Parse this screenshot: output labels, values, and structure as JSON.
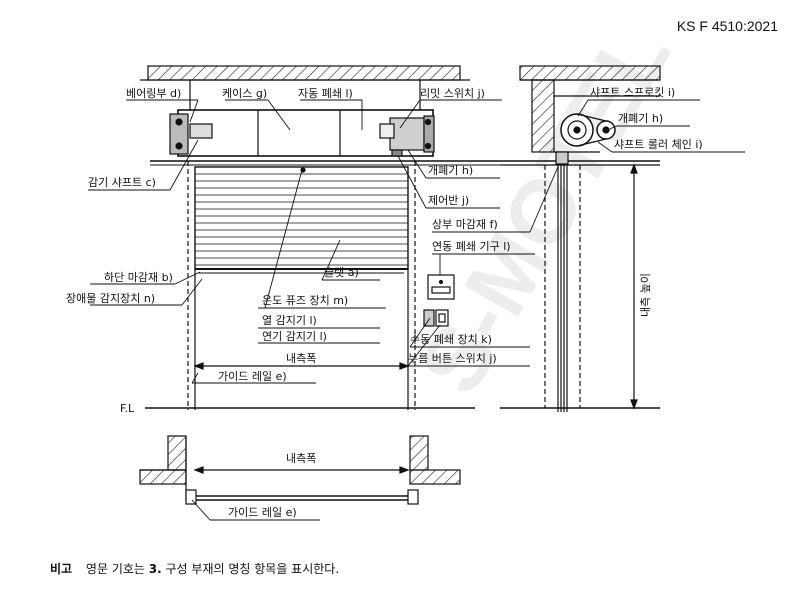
{
  "header": {
    "doc_id": "KS F 4510:2021"
  },
  "watermark": "S-MOTEL",
  "labels": {
    "bearing": "베어링부 d)",
    "case": "케이스 g)",
    "auto_close": "자동 폐쇄 l)",
    "limit_switch": "리밋 스위치 j)",
    "winding_shaft": "감기 샤프트 c)",
    "opener_front": "개폐기 h)",
    "control_panel": "제어반 j)",
    "top_seal": "상부 마감재 f)",
    "linked_close": "연동 폐쇄 기구 l)",
    "slat": "슬랫 a)",
    "bottom_seal": "하단 마감재 b)",
    "obstacle_sensor": "장애물 감지장치 n)",
    "temp_fuse": "온도 퓨즈 장치 m)",
    "heat_detector": "열 감지기 l)",
    "smoke_detector": "연기 감지기 l)",
    "manual_close": "수동 폐쇄 장치 k)",
    "push_button": "누름 버튼 스위치 j)",
    "inner_width_top": "내측폭",
    "guide_rail_top": "가이드 레일 e)",
    "floor_level": "F.L",
    "shaft_sprocket": "샤프트 스프로킷 i)",
    "opener_side": "개폐기 h)",
    "shaft_roller_chain": "샤프트 롤러 체인 i)",
    "inner_height": "내측 높이",
    "inner_width_bottom": "내측폭",
    "guide_rail_bottom": "가이드 레일 e)"
  },
  "note": {
    "prefix": "비고",
    "text_before": "영문 기호는",
    "number": "3.",
    "text_after": "구성 부재의 명칭 항목을 표시한다."
  }
}
